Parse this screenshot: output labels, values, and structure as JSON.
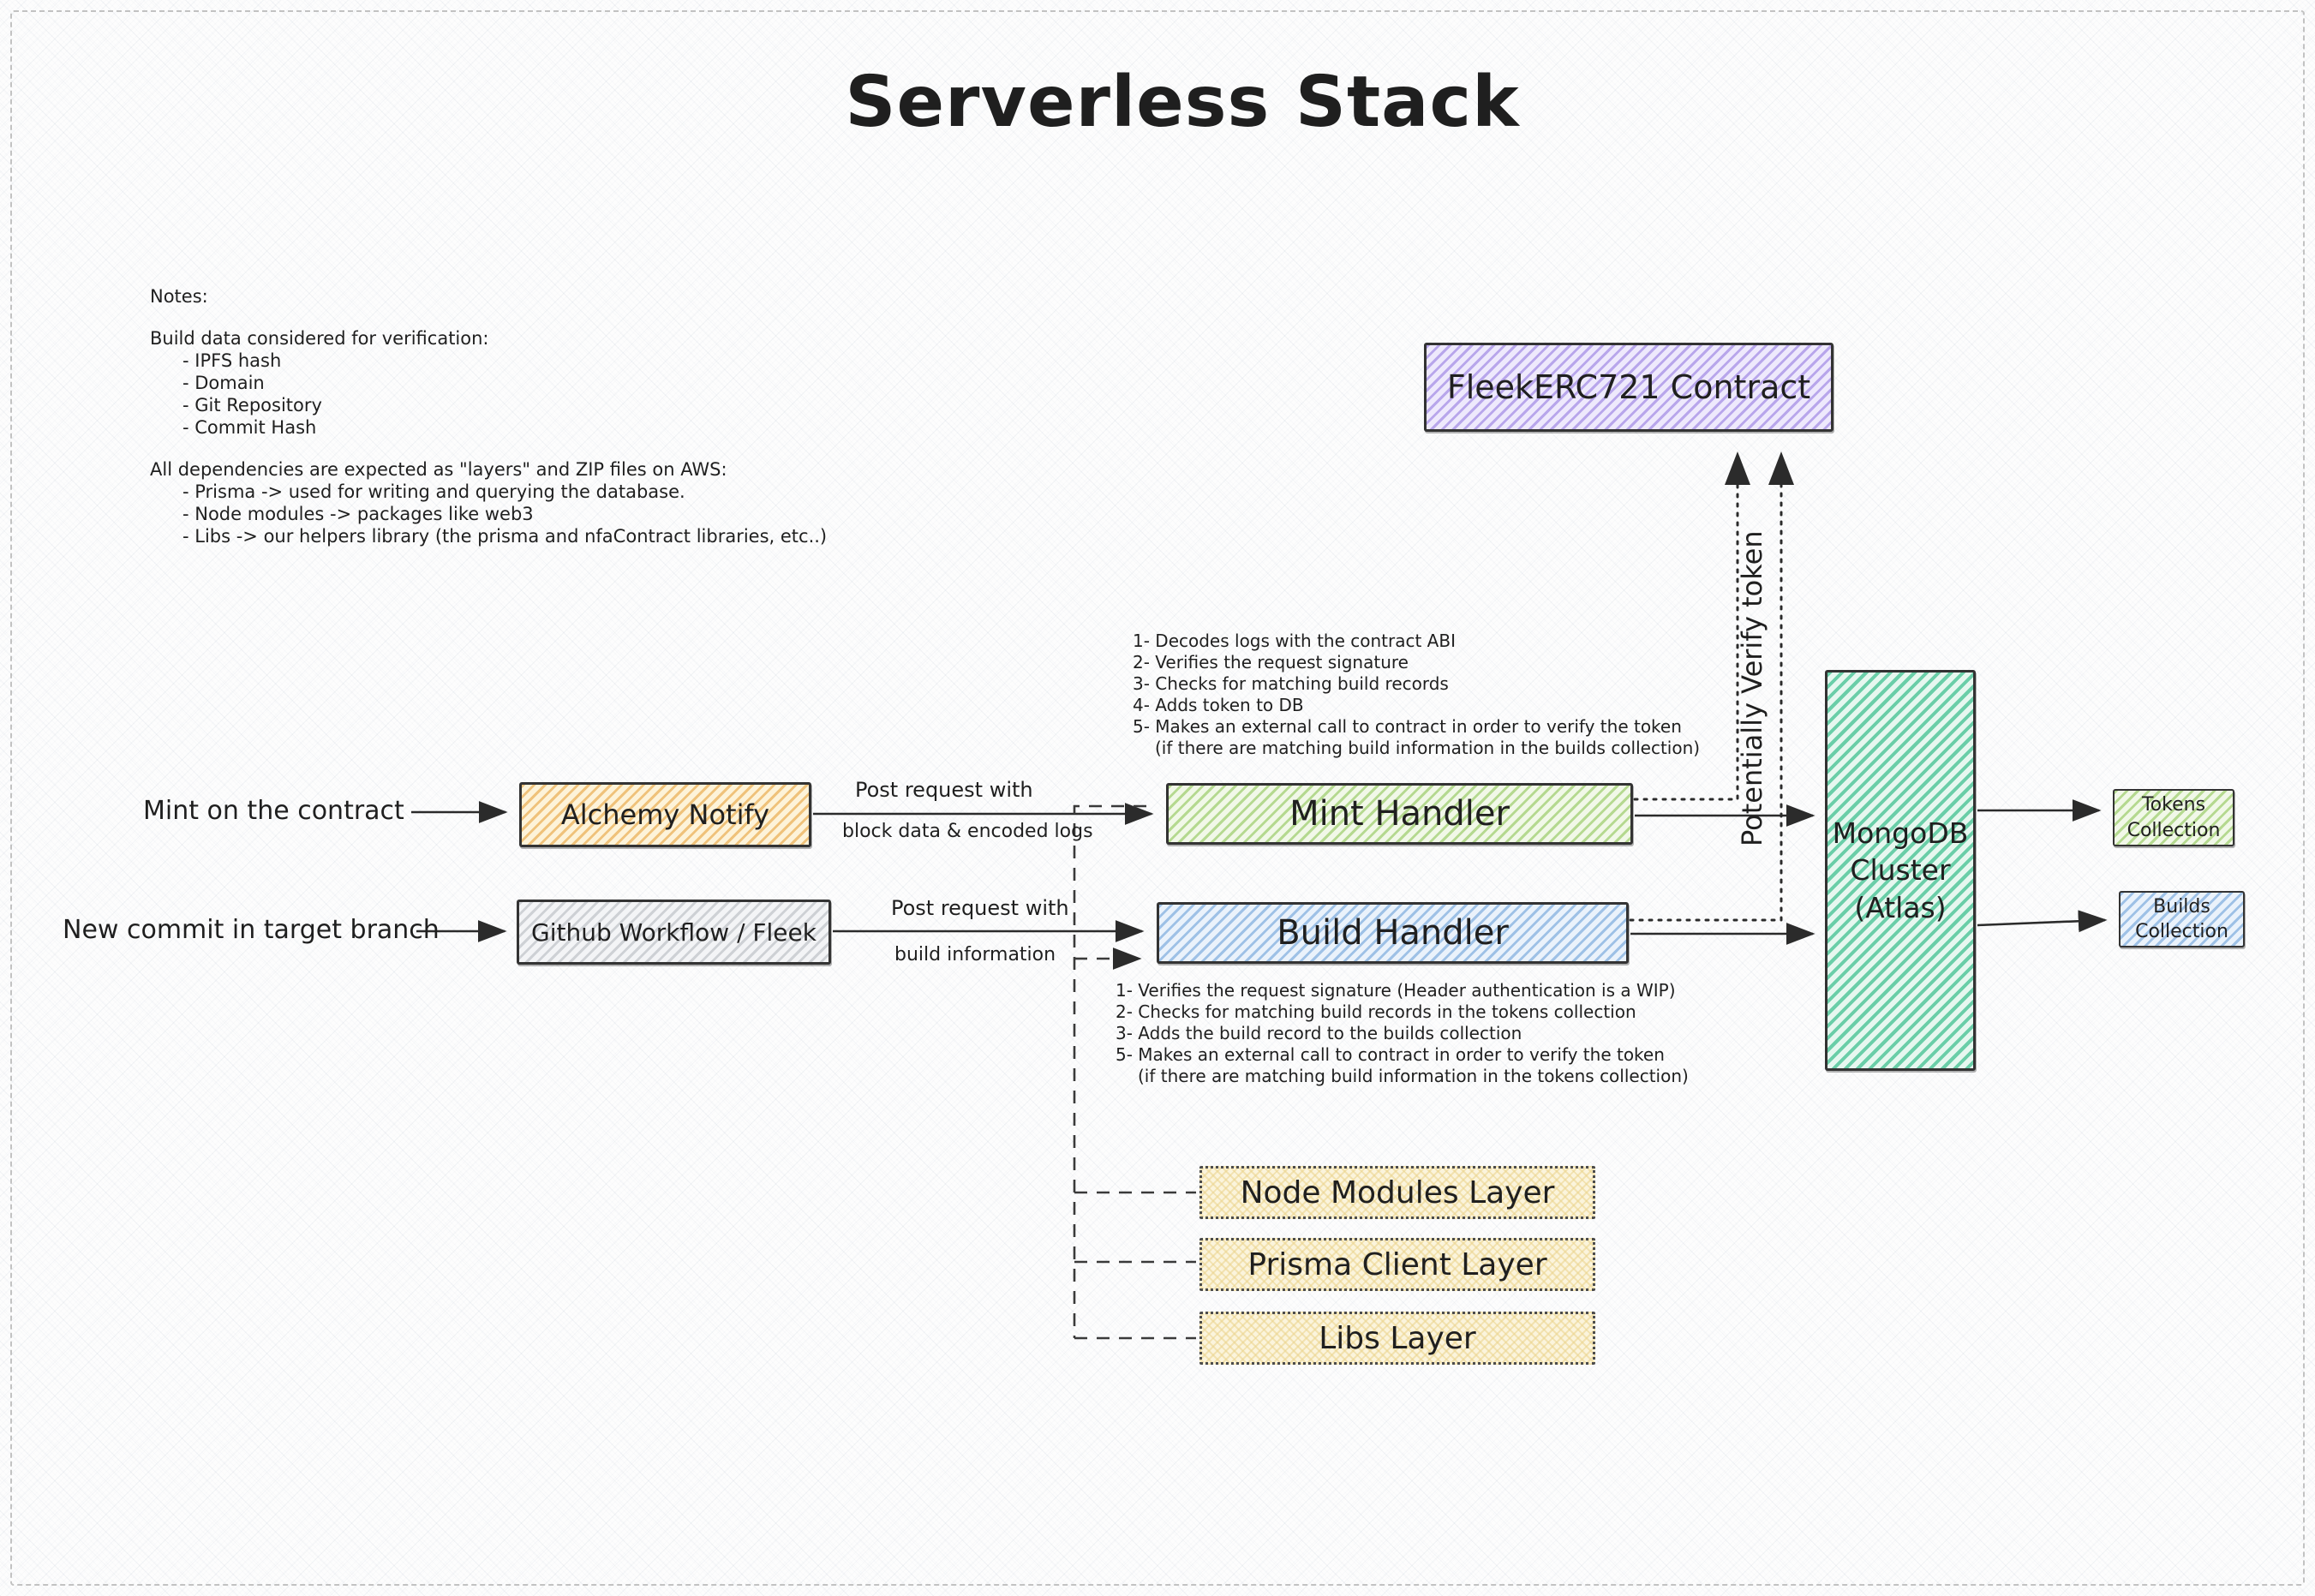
{
  "title": "Serverless Stack",
  "notes": {
    "heading": "Notes:",
    "build_heading": "Build data considered for verification:",
    "build_items": [
      "- IPFS hash",
      "- Domain",
      "- Git Repository",
      "- Commit Hash"
    ],
    "deps_heading": "All dependencies are expected as \"layers\" and ZIP files on AWS:",
    "deps_items": [
      "- Prisma -> used for writing and querying the database.",
      "- Node modules -> packages like web3",
      "- Libs -> our helpers library (the prisma and nfaContract libraries, etc..)"
    ]
  },
  "nodes": {
    "alchemy": "Alchemy Notify",
    "github": "Github Workflow / Fleek",
    "mint_handler": "Mint Handler",
    "build_handler": "Build Handler",
    "contract": "FleekERC721 Contract",
    "mongodb_lines": [
      "MongoDB",
      "Cluster",
      "(Atlas)"
    ],
    "tokens_lines": [
      "Tokens",
      "Collection"
    ],
    "builds_lines": [
      "Builds",
      "Collection"
    ],
    "layers": [
      "Node Modules Layer",
      "Prisma Client Layer",
      "Libs Layer"
    ]
  },
  "edge_labels": {
    "mint_trigger": "Mint on the contract",
    "commit_trigger": "New commit in target branch",
    "post_mint_line1": "Post request with",
    "post_mint_line2": "block data & encoded logs",
    "post_build_line1": "Post request with",
    "post_build_line2": "build information",
    "verify_vertical": "Potentially Verify token"
  },
  "mint_handler_steps": [
    "1- Decodes logs with the contract ABI",
    "2- Verifies the request signature",
    "3- Checks for matching build records",
    "4- Adds token to DB",
    "5- Makes an external call to contract in order to verify the token",
    "(if there are matching build information in the builds collection)"
  ],
  "build_handler_steps": [
    "1- Verifies the request signature (Header authentication is a WIP)",
    "2- Checks for matching build records in the tokens collection",
    "3- Adds the build record to the builds collection",
    "5- Makes an external call to contract in order to verify the token",
    "(if there are matching build information in the tokens collection)"
  ],
  "palette": {
    "orange": "#e8a848",
    "green": "#8dc456",
    "blue": "#6ca0d8",
    "purple": "#947ae0",
    "teal": "#40c090",
    "gray": "#969ca4",
    "layer_yellow": "#ebd38c",
    "stroke": "#2b2b2b"
  }
}
